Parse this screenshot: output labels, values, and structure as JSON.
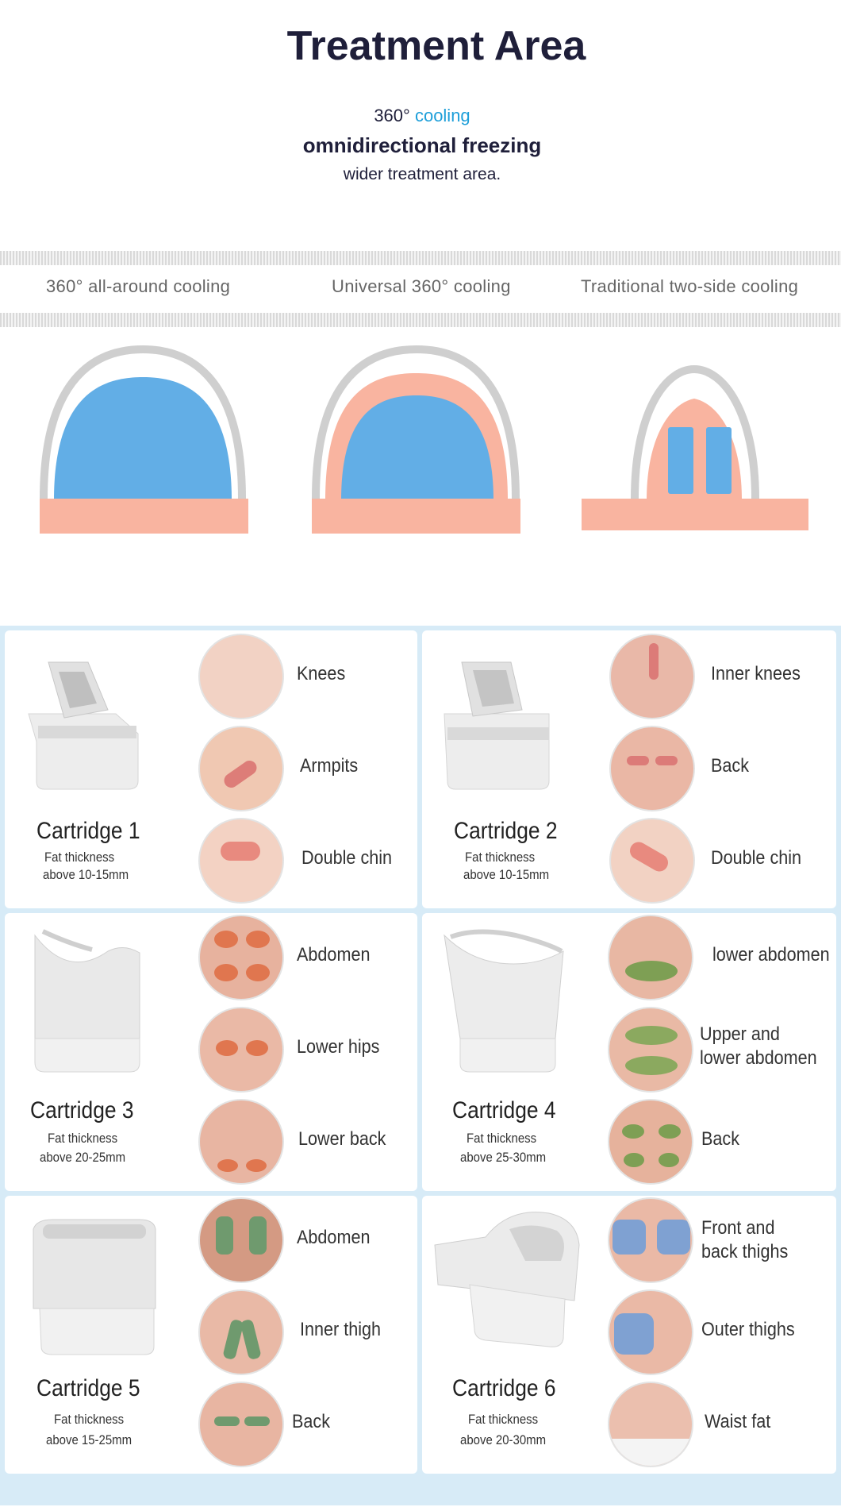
{
  "header": {
    "title": "Treatment Area",
    "line1_prefix": "360°",
    "line1_accent": "cooling",
    "line2": "omnidirectional freezing",
    "line3": "wider treatment area."
  },
  "cooling_modes": [
    {
      "label": "360° all-around cooling"
    },
    {
      "label": "Universal 360° cooling"
    },
    {
      "label": "Traditional two-side cooling"
    }
  ],
  "colors": {
    "title": "#1f1f3a",
    "accent": "#1e9fd9",
    "cool_blue": "#62aee6",
    "skin_pink": "#f9b4a0",
    "handle_gray": "#cfcfcf",
    "grid_border": "#d7ebf7"
  },
  "cartridges": [
    {
      "title": "Cartridge 1",
      "fat_label": "Fat thickness",
      "range": "above 10-15mm",
      "areas": [
        {
          "label": "Knees",
          "icon": "knees-icon"
        },
        {
          "label": "Armpits",
          "icon": "armpits-icon"
        },
        {
          "label": "Double chin",
          "icon": "double-chin-icon"
        }
      ]
    },
    {
      "title": "Cartridge 2",
      "fat_label": "Fat thickness",
      "range": "above 10-15mm",
      "areas": [
        {
          "label": "Inner knees",
          "icon": "inner-knees-icon"
        },
        {
          "label": "Back",
          "icon": "back-icon"
        },
        {
          "label": "Double chin",
          "icon": "double-chin-icon"
        }
      ]
    },
    {
      "title": "Cartridge 3",
      "fat_label": "Fat thickness",
      "range": "above 20-25mm",
      "areas": [
        {
          "label": "Abdomen",
          "icon": "abdomen-icon"
        },
        {
          "label": "Lower hips",
          "icon": "lower-hips-icon"
        },
        {
          "label": "Lower back",
          "icon": "lower-back-icon"
        }
      ]
    },
    {
      "title": "Cartridge 4",
      "fat_label": "Fat thickness",
      "range": "above 25-30mm",
      "areas": [
        {
          "label": "lower abdomen",
          "icon": "lower-abdomen-icon"
        },
        {
          "label": "Upper and\nlower abdomen",
          "icon": "upper-lower-abdomen-icon"
        },
        {
          "label": "Back",
          "icon": "back-icon"
        }
      ]
    },
    {
      "title": "Cartridge 5",
      "fat_label": "Fat thickness",
      "range": "above 15-25mm",
      "areas": [
        {
          "label": "Abdomen",
          "icon": "abdomen-icon"
        },
        {
          "label": "Inner thigh",
          "icon": "inner-thigh-icon"
        },
        {
          "label": "Back",
          "icon": "back-icon"
        }
      ]
    },
    {
      "title": "Cartridge 6",
      "fat_label": "Fat thickness",
      "range": "above 20-30mm",
      "areas": [
        {
          "label": "Front and\nback thighs",
          "icon": "thighs-icon"
        },
        {
          "label": "Outer thighs",
          "icon": "outer-thighs-icon"
        },
        {
          "label": "Waist fat",
          "icon": "waist-icon"
        }
      ]
    }
  ]
}
